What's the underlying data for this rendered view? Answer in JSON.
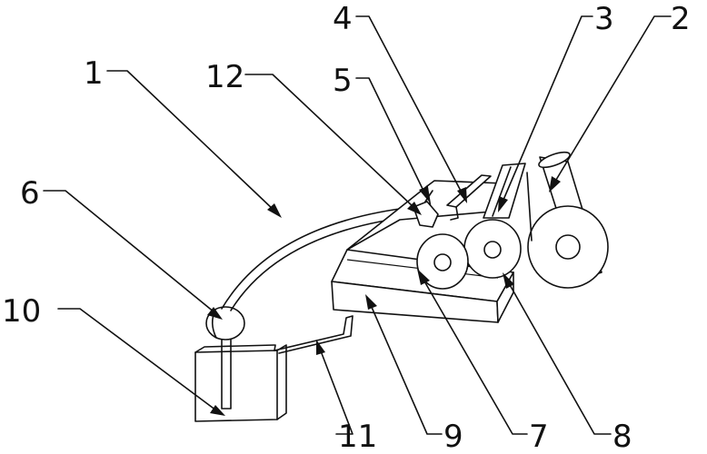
{
  "callouts": [
    {
      "id": "1",
      "text": "1"
    },
    {
      "id": "2",
      "text": "2"
    },
    {
      "id": "3",
      "text": "3"
    },
    {
      "id": "4",
      "text": "4"
    },
    {
      "id": "5",
      "text": "5"
    },
    {
      "id": "6",
      "text": "6"
    },
    {
      "id": "7",
      "text": "7"
    },
    {
      "id": "8",
      "text": "8"
    },
    {
      "id": "9",
      "text": "9"
    },
    {
      "id": "10",
      "text": "10"
    },
    {
      "id": "11",
      "text": "11"
    },
    {
      "id": "12",
      "text": "12"
    }
  ],
  "colors": {
    "line": "#111111",
    "background": "#ffffff"
  }
}
